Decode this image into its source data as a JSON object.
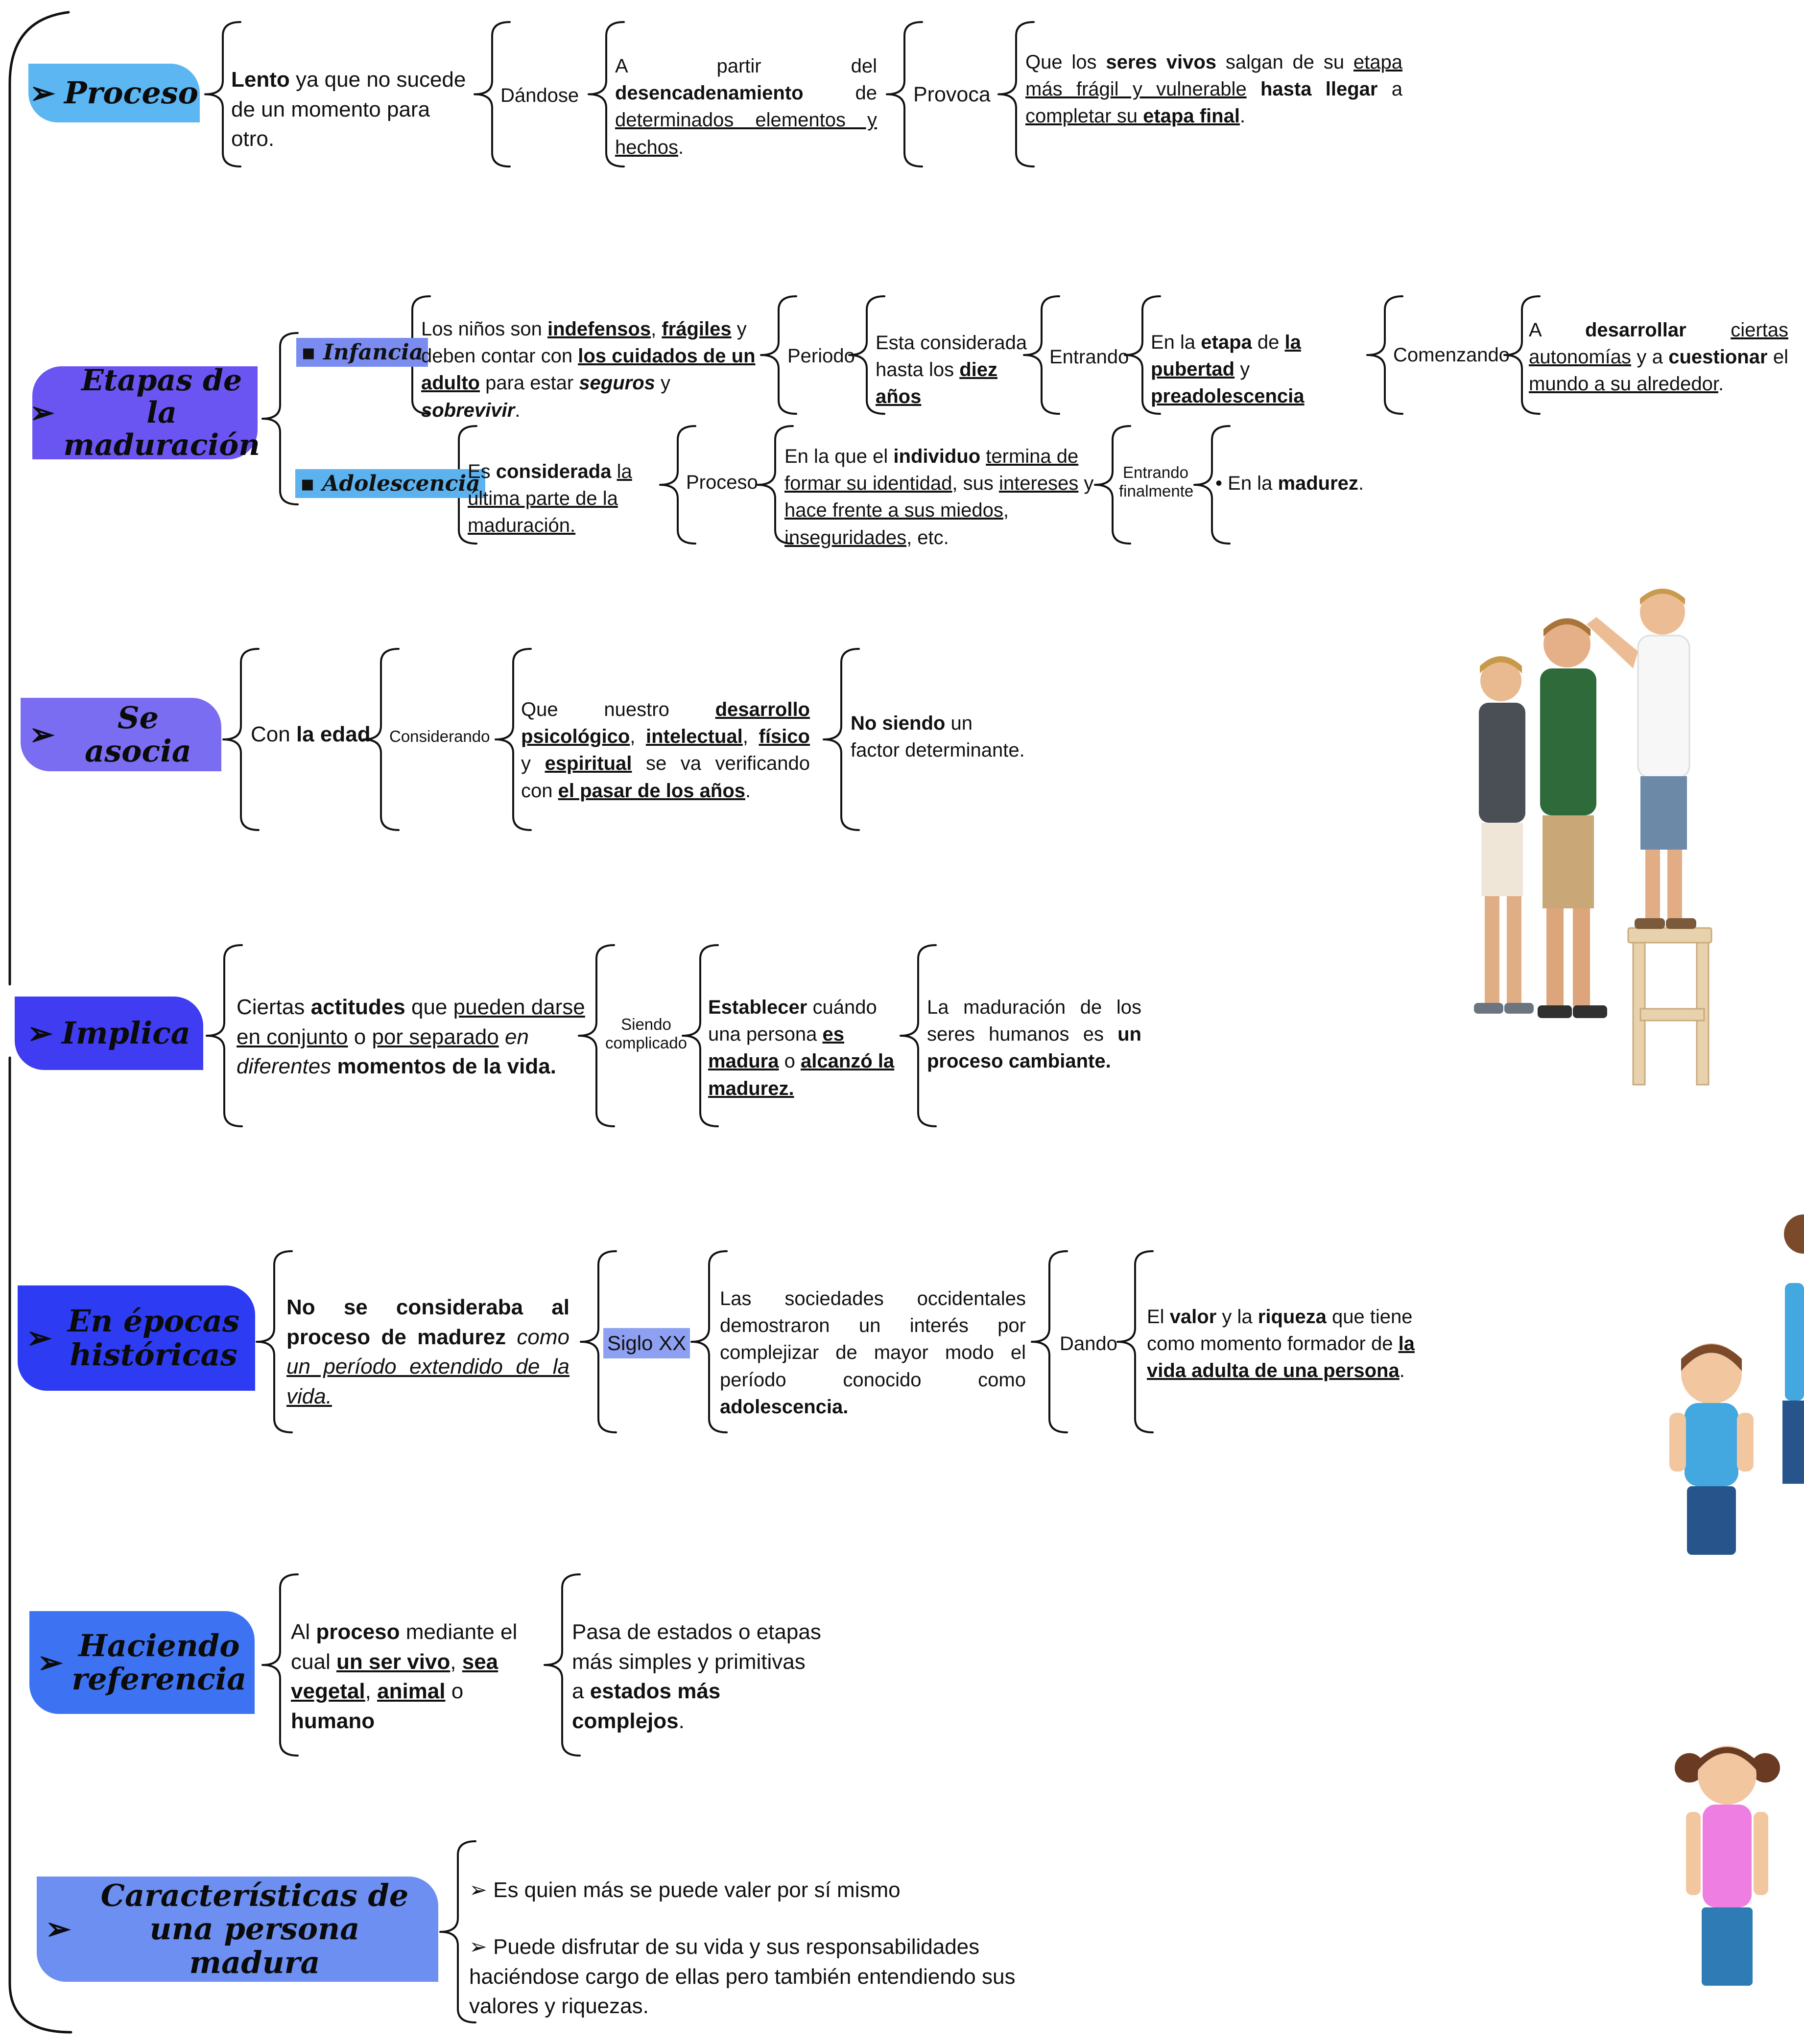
{
  "colors": {
    "proceso": "#5cb6f2",
    "etapas": "#6b55f2",
    "asocia": "#7a6df2",
    "implica": "#3f3cf2",
    "epocas": "#2d3cf2",
    "haciendo": "#3d73f2",
    "caracteristicas": "#6d8ff2",
    "infancia_tag": "#7b8cf0",
    "adolescencia_tag": "#5cb2ee",
    "siglo_tag": "#8ea0f2"
  },
  "arrow_glyph": "➢",
  "bullet_glyph": "•",
  "square_glyph": "▪",
  "labels": {
    "proceso": "Proceso",
    "etapas": "Etapas de la maduración",
    "asocia": "Se asocia",
    "implica": "Implica",
    "epocas": "En épocas históricas",
    "haciendo": "Haciendo referencia",
    "caracteristicas": "Características de una persona madura"
  },
  "proceso": {
    "c1_a": "Lento",
    "c1_b": " ya que no sucede de un momento para otro.",
    "c2": "Dándose",
    "c3_a": "A partir del ",
    "c3_b": "desencadenamiento",
    "c3_c": " de ",
    "c3_d": "determinados elementos y hechos",
    "c3_e": ".",
    "c4": "Provoca",
    "c5_a": "Que los ",
    "c5_b": "seres vivos",
    "c5_c": " salgan de su ",
    "c5_d": "etapa más frágil y vulnerable",
    "c5_e": " hasta llegar",
    "c5_f": " a ",
    "c5_g": "completar su ",
    "c5_h": "etapa final",
    "c5_i": "."
  },
  "etapas": {
    "infancia": "Infancia",
    "adolescencia": "Adolescencia",
    "inf_c1_a": "Los niños son ",
    "inf_c1_b": "indefensos",
    "inf_c1_c": ", ",
    "inf_c1_d": "frágiles",
    "inf_c1_e": " y deben contar con ",
    "inf_c1_f": "los cuidados de un adulto",
    "inf_c1_g": " para estar ",
    "inf_c1_h": "seguros",
    "inf_c1_i": " y ",
    "inf_c1_j": "sobrevivir",
    "inf_c1_k": ".",
    "inf_c2": "Periodo",
    "inf_c3_a": "Esta considerada hasta los ",
    "inf_c3_b": "diez años",
    "inf_c4": "Entrando",
    "inf_c5_a": "En la ",
    "inf_c5_b": "etapa",
    "inf_c5_c": " de ",
    "inf_c5_d": "la pubertad",
    "inf_c5_e": " y ",
    "inf_c5_f": "preadolescencia",
    "inf_c6": "Comenzando",
    "inf_c7_a": "A ",
    "inf_c7_b": "desarrollar",
    "inf_c7_c": " ",
    "inf_c7_d": "ciertas autonomías",
    "inf_c7_e": " y a ",
    "inf_c7_f": "cuestionar",
    "inf_c7_g": " el ",
    "inf_c7_h": "mundo a su alrededor",
    "inf_c7_i": ".",
    "ado_c1_a": "Es ",
    "ado_c1_b": "considerada",
    "ado_c1_c": " ",
    "ado_c1_d": "la última parte de la maduración.",
    "ado_c2": "Proceso",
    "ado_c3_a": "En la que el ",
    "ado_c3_b": "individuo",
    "ado_c3_c": " ",
    "ado_c3_d": "termina de formar su identidad",
    "ado_c3_e": ", sus ",
    "ado_c3_f": "intereses",
    "ado_c3_g": " y ",
    "ado_c3_h": "hace frente a sus miedos",
    "ado_c3_i": ", ",
    "ado_c3_j": "inseguridades",
    "ado_c3_k": ", etc.",
    "ado_c4": "Entrando finalmente",
    "ado_c5_a": "En la ",
    "ado_c5_b": "madurez",
    "ado_c5_c": "."
  },
  "asocia": {
    "c1_a": "Con ",
    "c1_b": "la edad",
    "c2": "Considerando",
    "c3_a": "Que nuestro ",
    "c3_b": "desarrollo psicológico",
    "c3_c": ", ",
    "c3_d": "intelectual",
    "c3_e": ", ",
    "c3_f": "físico",
    "c3_g": " y ",
    "c3_h": "espiritual",
    "c3_i": " se va verificando con ",
    "c3_j": "el pasar de los años",
    "c3_k": ".",
    "c4_a": "No siendo",
    "c4_b": " un factor determinante."
  },
  "implica": {
    "c1_a": "Ciertas ",
    "c1_b": "actitudes",
    "c1_c": " que ",
    "c1_d": "pueden darse en conjunto",
    "c1_e": " o ",
    "c1_f": "por separado",
    "c1_g": " en diferentes ",
    "c1_h": "momentos de la vida.",
    "c2": "Siendo complicado",
    "c3_a": "Establecer",
    "c3_b": " cuándo una persona ",
    "c3_c": "es madura",
    "c3_d": " o ",
    "c3_e": "alcanzó la madurez.",
    "c4_a": "La maduración de los seres humanos es ",
    "c4_b": "un proceso cambiante."
  },
  "epocas": {
    "c1_a": "No se consideraba al proceso de madurez",
    "c1_b": " como ",
    "c1_c": "un período extendido de la vida.",
    "c2": "Siglo XX",
    "c3_a": "Las sociedades occidentales demostraron un interés por complejizar de mayor modo el período conocido como ",
    "c3_b": "adolescencia.",
    "c4": "Dando",
    "c5_a": "El ",
    "c5_b": "valor",
    "c5_c": " y la ",
    "c5_d": "riqueza",
    "c5_e": " que tiene como momento formador de ",
    "c5_f": "la vida adulta de una persona",
    "c5_g": "."
  },
  "haciendo": {
    "c1_a": "Al ",
    "c1_b": "proceso",
    "c1_c": " mediante el cual ",
    "c1_d": "un ser vivo",
    "c1_e": ", ",
    "c1_f": "sea vegetal",
    "c1_g": ", ",
    "c1_h": "animal",
    "c1_i": " o ",
    "c1_j": "humano",
    "c2_a": "Pasa de estados o etapas más simples y primitivas a ",
    "c2_b": "estados más complejos",
    "c2_c": "."
  },
  "caracteristicas": {
    "item1": "Es quien más se puede valer por sí mismo",
    "item2": "Puede disfrutar de su vida y sus responsabilidades haciéndose cargo de ellas pero también entendiendo sus valores y riquezas."
  }
}
